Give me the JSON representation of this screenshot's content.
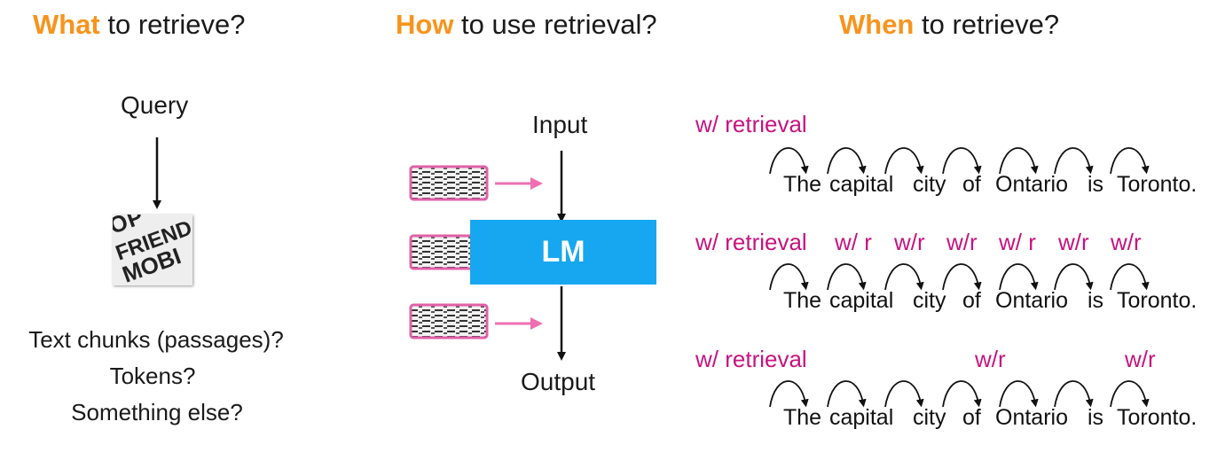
{
  "headers": {
    "what": {
      "keyword": "What",
      "rest": " to retrieve?"
    },
    "how": {
      "keyword": "How",
      "rest": " to use retrieval?"
    },
    "when": {
      "keyword": "When",
      "rest": " to retrieve?"
    }
  },
  "what_panel": {
    "query": "Query",
    "doc_words": [
      "OP",
      "FRIEND",
      "MOBI"
    ],
    "questions": [
      "Text chunks (passages)?",
      "Tokens?",
      "Something else?"
    ]
  },
  "how_panel": {
    "input": "Input",
    "model": "LM",
    "output": "Output"
  },
  "when_panel": {
    "sentence": [
      "The",
      "capital",
      "city",
      "of",
      "Ontario",
      "is",
      "Toronto."
    ],
    "rows": [
      {
        "labels": [
          "w/ retrieval"
        ]
      },
      {
        "labels": [
          "w/ retrieval",
          "w/ r",
          "w/r",
          "w/r",
          "w/ r",
          "w/r",
          "w/r"
        ]
      },
      {
        "labels": [
          "w/ retrieval",
          "w/r",
          "w/r"
        ]
      }
    ]
  },
  "colors": {
    "keyword": "#f7941d",
    "retrieval": "#c7137f",
    "model": "#16a7f0",
    "passage_border": "#e060a8"
  }
}
